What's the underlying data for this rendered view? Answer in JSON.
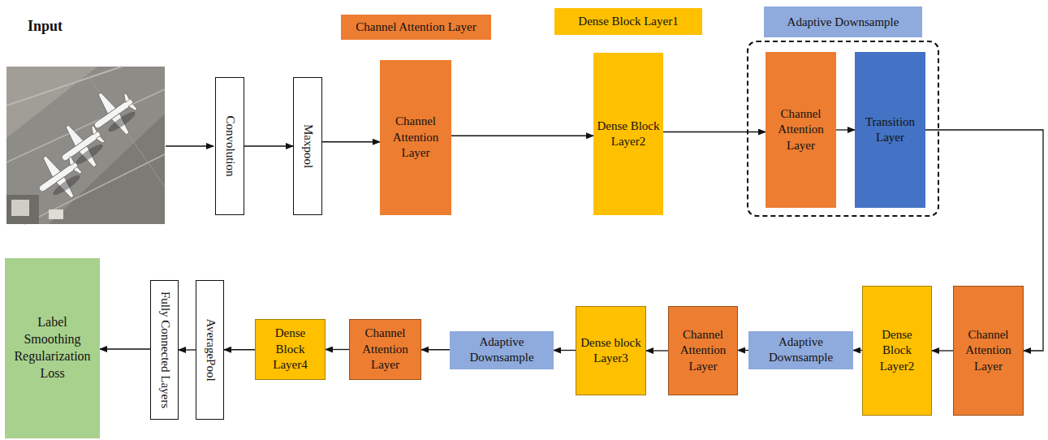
{
  "diagram": {
    "nodes": [
      {
        "text": [
          "Convolution"
        ]
      },
      {
        "text": [
          "Maxpool"
        ]
      },
      {
        "text": [
          "Channel Attention Layer"
        ]
      },
      {
        "text": [
          "Dense Block Layer2"
        ]
      },
      {
        "text": [
          "Adaptive Downsample"
        ]
      },
      {
        "text": [
          "Channel Attention Layer"
        ],
        "in": 4
      },
      {
        "text": [
          "Transition Layer"
        ],
        "in": 4
      },
      {
        "text": [
          "Channel Attention Layer"
        ]
      },
      {
        "text": [
          "Dense Block Layer2"
        ]
      },
      {
        "text": [
          "Adaptive Downsample"
        ]
      },
      {
        "text": [
          "Channel Attention Layer"
        ]
      },
      {
        "text": [
          "Dense block Layer3"
        ]
      },
      {
        "text": [
          "Adaptive Downsample"
        ]
      },
      {
        "text": [
          "Channel Attention Layer"
        ]
      },
      {
        "text": [
          "Dense Block Layer4"
        ]
      },
      {
        "text": [
          "AveragePool"
        ]
      },
      {
        "text": [
          "Fully Connected Layers"
        ]
      },
      {
        "text": [
          "Label Smoothing Regularization Loss"
        ]
      }
    ],
    "edges": [
      {
        "from": 0,
        "to": 1,
        "arrow": "to"
      },
      {
        "from": 1,
        "to": 2,
        "arrow": "to"
      },
      {
        "from": 2,
        "to": 3,
        "arrow": "to"
      },
      {
        "from": 3,
        "to": 5,
        "arrow": "to"
      },
      {
        "from": 5,
        "to": 6,
        "arrow": "to"
      },
      {
        "from": 6,
        "to": 7,
        "arrow": "to"
      },
      {
        "from": 7,
        "to": 8,
        "arrow": "to"
      },
      {
        "from": 8,
        "to": 9,
        "arrow": "to"
      },
      {
        "from": 9,
        "to": 10,
        "arrow": "to"
      },
      {
        "from": 10,
        "to": 11,
        "arrow": "to"
      },
      {
        "from": 11,
        "to": 12,
        "arrow": "to"
      },
      {
        "from": 12,
        "to": 13,
        "arrow": "to"
      },
      {
        "from": 13,
        "to": 14,
        "arrow": "to"
      },
      {
        "from": 14,
        "to": 15,
        "arrow": "to"
      },
      {
        "from": 15,
        "to": 16,
        "arrow": "to"
      },
      {
        "from": 16,
        "to": 17,
        "arrow": "to"
      }
    ],
    "labels": [
      "Input"
    ],
    "legend": [
      {
        "text": "Channel Attention Layer",
        "color": "#ed7d31"
      },
      {
        "text": "Dense Block Layer1",
        "color": "#ffc000"
      }
    ]
  }
}
